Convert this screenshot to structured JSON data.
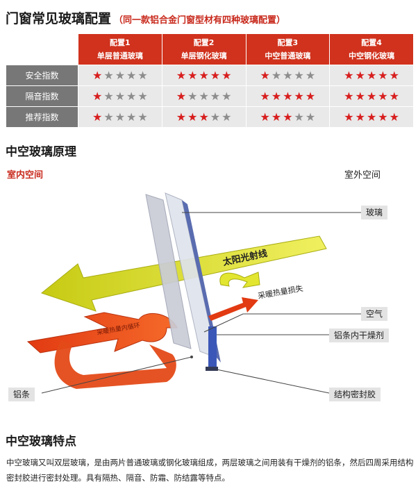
{
  "header": {
    "title": "门窗常见玻璃配置",
    "subtitle": "（同一款铝合金门窗型材有四种玻璃配置）"
  },
  "table": {
    "columns": [
      {
        "line1": "配置1",
        "line2": "单层普通玻璃"
      },
      {
        "line1": "配置2",
        "line2": "单层钢化玻璃"
      },
      {
        "line1": "配置3",
        "line2": "中空普通玻璃"
      },
      {
        "line1": "配置4",
        "line2": "中空钢化玻璃"
      }
    ],
    "rows": [
      {
        "label": "安全指数",
        "ratings": [
          1,
          5,
          1,
          5
        ]
      },
      {
        "label": "隔音指数",
        "ratings": [
          1,
          1,
          5,
          5
        ]
      },
      {
        "label": "推荐指数",
        "ratings": [
          1,
          3,
          3,
          5
        ]
      }
    ],
    "max_stars": 5,
    "colors": {
      "header_red": "#d0321d",
      "star_on": "#d81e1e",
      "star_off": "#8d8d8d",
      "row_head": "#777777"
    }
  },
  "principle": {
    "title": "中空玻璃原理",
    "indoor_label": "室内空间",
    "outdoor_label": "室外空间",
    "arrow_sunlight": "太阳光射线",
    "arrow_heat_loss": "采暖热量损失",
    "arrow_indoor_cycle": "采暖热量内循环",
    "callouts": {
      "glass": "玻璃",
      "air": "空气",
      "desiccant": "铝条内干燥剂",
      "sealant": "结构密封胶",
      "aluminum": "铝条"
    }
  },
  "features": {
    "title": "中空玻璃特点",
    "description": "中空玻璃又叫双层玻璃，是由两片普通玻璃或钢化玻璃组成，两层玻璃之间用装有干燥剂的铝条，然后四周采用结构密封胶进行密封处理。具有隔热、隔音、防霜、防结露等特点。"
  },
  "icons": {
    "star": "star-icon"
  }
}
